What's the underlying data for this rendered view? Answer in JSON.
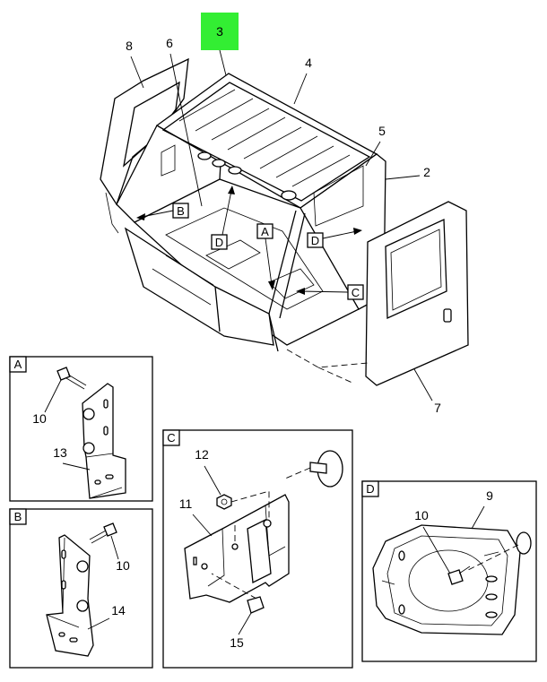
{
  "callouts": {
    "c3": "3",
    "c4": "4",
    "c5": "5",
    "c2": "2",
    "c6": "6",
    "c8": "8",
    "c7": "7"
  },
  "view_refs": {
    "a": "A",
    "b": "B",
    "c": "C",
    "d_left": "D",
    "d_right": "D"
  },
  "detail_a": {
    "label": "A",
    "callout_10": "10",
    "callout_13": "13"
  },
  "detail_b": {
    "label": "B",
    "callout_10": "10",
    "callout_14": "14"
  },
  "detail_c": {
    "label": "C",
    "callout_12": "12",
    "callout_11": "11",
    "callout_15": "15"
  },
  "detail_d": {
    "label": "D",
    "callout_10": "10",
    "callout_9": "9"
  },
  "colors": {
    "highlight": "#33ee33"
  }
}
